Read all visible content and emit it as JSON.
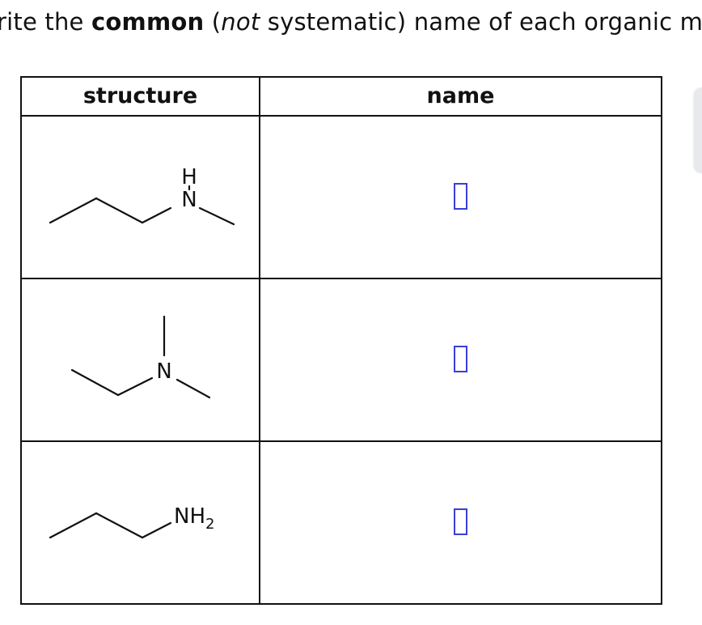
{
  "instruction": {
    "prefix": "rite the ",
    "bold": "common",
    "middle1": " (",
    "italic": "not",
    "middle2": " systematic) name of each organic mol"
  },
  "table": {
    "headers": {
      "structure": "structure",
      "name": "name"
    },
    "rows": [
      {
        "atom_main": "N",
        "atom_h": "H",
        "name_value": ""
      },
      {
        "atom_main": "N",
        "name_value": ""
      },
      {
        "atom_main": "NH",
        "atom_sub": "2",
        "name_value": ""
      }
    ]
  },
  "colors": {
    "answer_box_border": "#3a3fd6",
    "text": "#111111"
  }
}
